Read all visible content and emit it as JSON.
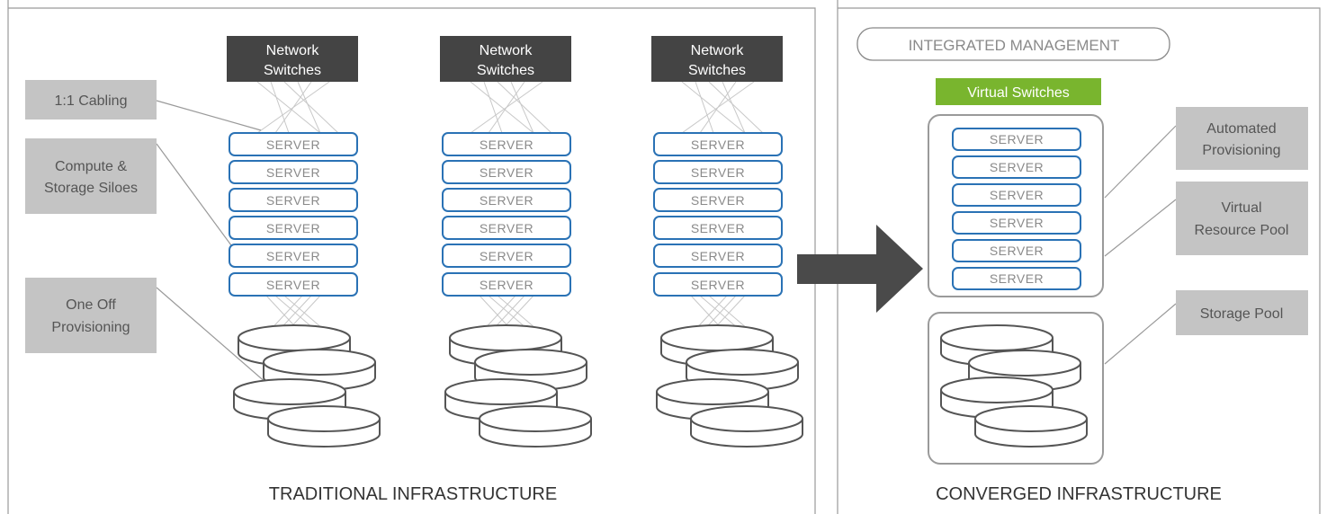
{
  "traditional": {
    "title": "TRADITIONAL INFRASTRUCTURE",
    "switch_label": [
      "Network",
      "Switches"
    ],
    "server_label": "SERVER",
    "callouts": [
      {
        "lines": [
          "1:1 Cabling"
        ]
      },
      {
        "lines": [
          "Compute &",
          "Storage Siloes"
        ]
      },
      {
        "lines": [
          "One Off",
          "Provisioning"
        ]
      }
    ]
  },
  "converged": {
    "title": "CONVERGED INFRASTRUCTURE",
    "management": "INTEGRATED MANAGEMENT",
    "virtual_switches": "Virtual Switches",
    "server_label": "SERVER",
    "callouts": [
      {
        "lines": [
          "Automated",
          "Provisioning"
        ]
      },
      {
        "lines": [
          "Virtual",
          "Resource Pool"
        ]
      },
      {
        "lines": [
          "Storage Pool"
        ]
      }
    ]
  },
  "colors": {
    "switch_fill": "#444444",
    "server_border": "#2a72b5",
    "server_text": "#8a8a8a",
    "callout_fill": "#c4c4c4",
    "callout_text": "#555555",
    "virtual_switch_fill": "#79b52e",
    "arrow": "#4a4a4a",
    "frame": "#9a9a9a",
    "disk": "#555555",
    "title_text": "#333333"
  }
}
